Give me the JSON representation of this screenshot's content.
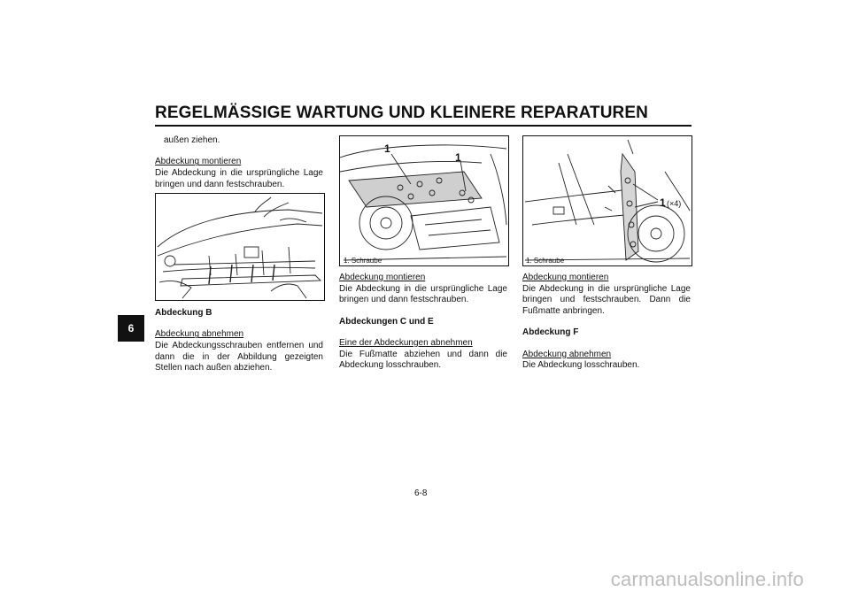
{
  "header": {
    "title": "REGELMÄSSIGE WARTUNG UND KLEINERE REPARATUREN",
    "chapter_tab": "6"
  },
  "col1": {
    "continuation": "außen ziehen.",
    "sub1": "Abdeckung montieren",
    "text1": "Die Abdeckung in die ursprüngliche Lage bringen und dann festschrauben.",
    "heading_b": "Abdeckung B",
    "sub2": "Abdeckung abnehmen",
    "text2": "Die Abdeckungsschrauben entfernen und dann die in der Abbildung gezeigten Stellen nach außen abziehen."
  },
  "col2": {
    "figure_label_1": "1",
    "figure_label_2": "1",
    "caption": "1. Schraube",
    "sub1": "Abdeckung montieren",
    "text1": "Die Abdeckung in die ursprüngliche Lage bringen und dann festschrauben.",
    "heading": "Abdeckungen C und E",
    "sub2": "Eine der Abdeckungen abnehmen",
    "text2": "Die Fußmatte abziehen und dann die Abdeckung losschrauben."
  },
  "col3": {
    "figure_label": "1",
    "figure_label_qty": "(×4)",
    "caption": "1. Schraube",
    "sub1": "Abdeckung montieren",
    "text1": "Die Abdeckung in die ursprüngliche Lage bringen und festschrauben. Dann die Fußmatte anbringen.",
    "heading": "Abdeckung F",
    "sub2": "Abdeckung abnehmen",
    "text2": "Die Abdeckung losschrauben."
  },
  "footer": {
    "page_number": "6-8",
    "watermark": "carmanualsonline.info"
  }
}
